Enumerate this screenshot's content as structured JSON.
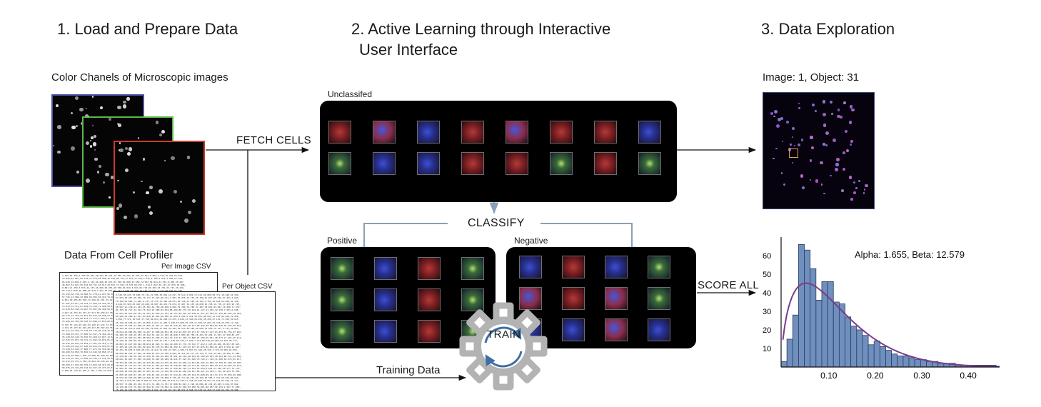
{
  "steps": {
    "load": "1. Load and Prepare Data",
    "active_line1": "2. Active Learning through Interactive",
    "active_line2": "User Interface",
    "explore": "3. Data Exploration"
  },
  "load": {
    "channels_label": "Color Chanels of Microscopic images",
    "channel_colors": [
      "#5050a8",
      "#5cb84a",
      "#cc3a2c"
    ],
    "cellprofiler_label": "Data  From Cell Profiler",
    "per_image_csv": "Per Image CSV",
    "per_object_csv": "Per Object CSV"
  },
  "arrows": {
    "fetch": "FETCH CELLS",
    "classify": "CLASSIFY",
    "score_all": "SCORE ALL",
    "training_data": "Training Data",
    "train": "TRAIN"
  },
  "panels": {
    "unclassified": "Unclassifed",
    "positive": "Positive",
    "negative": "Negative"
  },
  "explore": {
    "image_label": "Image: 1, Object: 31"
  },
  "chart_data": {
    "type": "bar",
    "annotation": "Alpha: 1.655,  Beta: 12.579",
    "x_ticks": [
      "0.10",
      "0.20",
      "0.30",
      "0.40"
    ],
    "y_ticks": [
      "10",
      "20",
      "30",
      "40",
      "50",
      "60"
    ],
    "bin_width": 0.0125,
    "bin_starts": [
      0.0,
      0.0125,
      0.025,
      0.0375,
      0.05,
      0.0625,
      0.075,
      0.0875,
      0.1,
      0.1125,
      0.125,
      0.1375,
      0.15,
      0.1625,
      0.175,
      0.1875,
      0.2,
      0.2125,
      0.225,
      0.2375,
      0.25,
      0.2625,
      0.275,
      0.2875,
      0.3,
      0.3125,
      0.325,
      0.3375,
      0.35,
      0.3625,
      0.375,
      0.3875,
      0.4,
      0.4125,
      0.425,
      0.4375,
      0.45
    ],
    "values": [
      3,
      15,
      28,
      66,
      63,
      53,
      36,
      46,
      46,
      35,
      34,
      27,
      22,
      20,
      17,
      12,
      14,
      11,
      9,
      7,
      6,
      6,
      5,
      4,
      4,
      3,
      3,
      2,
      2,
      2,
      1,
      1,
      1,
      1,
      1,
      1,
      1
    ],
    "fit_curve": "beta(1.655, 12.579)",
    "xlim": [
      0.0,
      0.47
    ],
    "ylim": [
      0,
      70
    ],
    "bar_color": "#6f8fbf",
    "curve_color": "#7a3c8c"
  }
}
